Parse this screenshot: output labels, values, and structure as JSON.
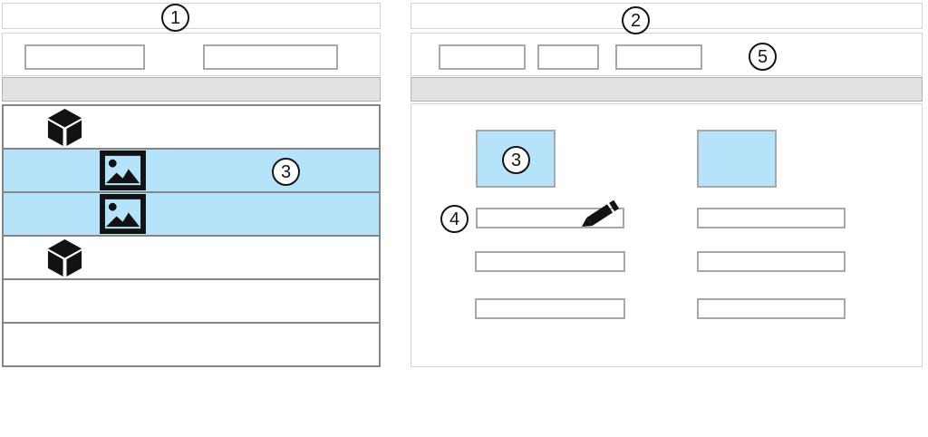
{
  "figure": {
    "type": "ui-wireframe-with-callouts",
    "panel_count": 2
  },
  "callouts": {
    "c1": "1",
    "c2": "2",
    "c3_left": "3",
    "c3_right": "3",
    "c4": "4",
    "c5": "5"
  },
  "left_panel": {
    "title_text": "",
    "toolbar_field_count": 2,
    "rows": [
      {
        "icon": "cube",
        "highlighted": false
      },
      {
        "icon": "image",
        "highlighted": true
      },
      {
        "icon": "image",
        "highlighted": true
      },
      {
        "icon": "cube",
        "highlighted": false
      },
      {
        "icon": "none",
        "highlighted": false
      },
      {
        "icon": "none",
        "highlighted": false
      }
    ]
  },
  "right_panel": {
    "title_text": "",
    "toolbar_field_count": 3,
    "thumbnails": 2,
    "input_rows": 3,
    "editable_field_has_pencil_icon": true
  },
  "colors": {
    "highlight_blue": "#b5e4fa",
    "gray_bar": "#e2e2e2",
    "light_border": "#d4d4d4",
    "field_border": "#a8a8a8",
    "row_border": "#868686",
    "ink": "#151515"
  }
}
